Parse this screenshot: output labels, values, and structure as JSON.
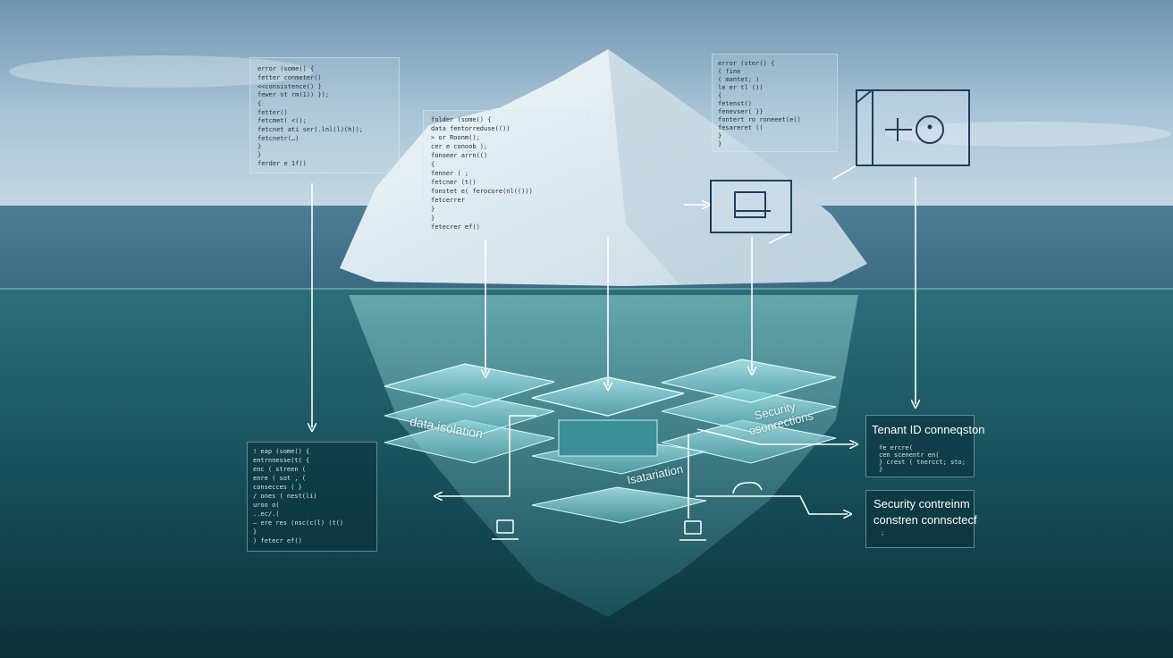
{
  "labels": {
    "data_isolation": "data isolation",
    "isolation": "Isatariation",
    "security": "Security",
    "connections": "osonrections",
    "tenant_id": "Tenant ID conneqston",
    "security_constraint": "Security contreinm",
    "constraint_connected": "constren connsctecf"
  },
  "code_panels": {
    "top_left": [
      "error (some() {",
      "  fetter conmeter()",
      "    <<consistence() }",
      "      fewer st  rm(1)) });",
      "    {",
      "      fetter()",
      "      fetcmet( <();",
      "      fetcnet ati  ser(.lnl(l)(h));",
      "      fetcnetr(…)",
      "    }",
      "  }",
      "ferder e 1f()"
    ],
    "top_center": [
      "folder (some() {",
      "  data  fentorreduse(())",
      "    > or Roonm();",
      "      cer e conoob  );",
      "        fonoeer  arrn(()",
      "      {",
      "        fenner ( ;",
      "        fetcner  (t()",
      "        fonstet  e( ferocore(nl(()))",
      "        fetcerrer",
      "      }",
      "  }",
      "fetecrer  ef()"
    ],
    "top_right": [
      "error (ster() {",
      "  ( fine",
      "    ( mantet;  )",
      "    le er tl  ())",
      "    {",
      "      fetenst()",
      "      fenevser( }}",
      "      fontert  ro  roneeet(e()",
      "      fesareret ((  ",
      "    }",
      "  }"
    ],
    "bottom_left": [
      "! eap  (some() {",
      "  entrnnesse(t( {",
      "    enc  ( streen  (",
      "    enre  ( sot  ,  (",
      "    consecces ( }",
      "    / ones ( nest(li)",
      "    uroo  o(",
      "    ..ec/.(",
      "    – ere res  (nsc(c(l) (t()",
      "  }",
      "  ) fetecr ef()"
    ],
    "tenant_id": [
      "  fe  ercre(",
      "  cen scenentr  en(",
      "} crest  (  tnercct;  sto;",
      "  }"
    ],
    "security_constraint": [
      ";"
    ]
  }
}
